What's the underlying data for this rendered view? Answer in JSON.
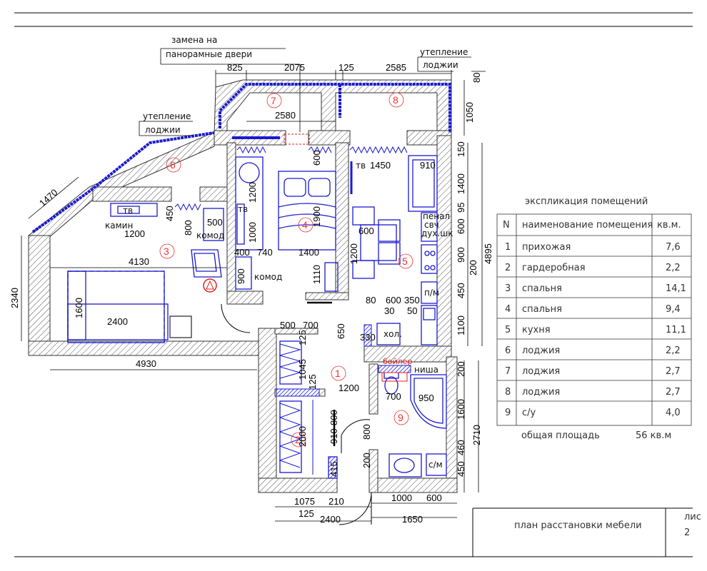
{
  "notes": {
    "door_replace": [
      "замена на",
      "панорамные двери"
    ],
    "insulation_top": [
      "утепление",
      "лоджии"
    ],
    "insulation_left": [
      "утепление",
      "лоджии"
    ],
    "boiler": "бойлер",
    "niche": "ниша"
  },
  "furniture": {
    "tv1": "тв",
    "tv2": "тв",
    "tv3": "тв",
    "fireplace": "камин",
    "dresser1": "комод",
    "dresser2": "комод",
    "pencil": "пенал",
    "microwave": "свч",
    "oven": "дух.шк",
    "dishwasher": "п/м",
    "fridge": "хол.",
    "washer": "с/м"
  },
  "room_numbers": [
    "1",
    "2",
    "3",
    "4",
    "5",
    "6",
    "7",
    "8",
    "9"
  ],
  "dimensions": {
    "top": [
      "825",
      "2075",
      "125",
      "2585",
      "80",
      "1050"
    ],
    "d2580": "2580",
    "d1470": "1470",
    "d2340": "2340",
    "d4930": "4930",
    "d4130": "4130",
    "d1600": "1600",
    "d2400a": "2400",
    "d1200a": "1200",
    "d450a": "450",
    "d800a": "800",
    "d500a": "500",
    "d1200b": "1200",
    "d1000": "1000",
    "d400": "400",
    "d740": "740",
    "d600a": "600",
    "d1900": "1900",
    "d1400a": "1400",
    "d1110": "1110",
    "d900a": "900",
    "d1450": "1450",
    "d910a": "910",
    "d600b": "600",
    "d1200c": "1200",
    "right_chain": [
      "150",
      "1400",
      "95",
      "600",
      "900",
      "200",
      "450",
      "1100"
    ],
    "d4895": "4895",
    "d80": "80",
    "d600c": "600",
    "d350": "350",
    "d30": "30",
    "d50": "50",
    "d650": "650",
    "d330": "330",
    "d500b": "500",
    "d700a": "700",
    "d125a": "125",
    "d1045": "1045",
    "d125b": "125",
    "d1200d": "1200",
    "d700b": "700",
    "d950": "950",
    "d800b": "800",
    "d2000": "2000",
    "d910b": "910",
    "d800c": "800",
    "d415": "415",
    "d200a": "200",
    "bath_right": [
      "200",
      "1600",
      "460",
      "450"
    ],
    "d2710": "2710",
    "bottom": [
      "1075",
      "210",
      "125",
      "2400",
      "1000",
      "600",
      "1650"
    ]
  },
  "explication": {
    "title": "экспликация помещений",
    "headers": [
      "N",
      "наименование помещения",
      "кв.м."
    ],
    "rows": [
      [
        "1",
        "прихожая",
        "7,6"
      ],
      [
        "2",
        "гардеробная",
        "2,2"
      ],
      [
        "3",
        "спальня",
        "14,1"
      ],
      [
        "4",
        "спальня",
        "9,4"
      ],
      [
        "5",
        "кухня",
        "11,1"
      ],
      [
        "6",
        "лоджия",
        "2,2"
      ],
      [
        "7",
        "лоджия",
        "2,7"
      ],
      [
        "8",
        "лоджия",
        "2,7"
      ],
      [
        "9",
        "с/у",
        "4,0"
      ]
    ],
    "total_label": "общая площадь",
    "total_value": "56 кв.м"
  },
  "title_block": {
    "sheet_title": "план расстановки мебели",
    "sheet_label": "лис",
    "sheet_number": "2"
  },
  "colors": {
    "wall": "#444",
    "furniture": "#1a1ad0",
    "room_number": "#e33"
  }
}
